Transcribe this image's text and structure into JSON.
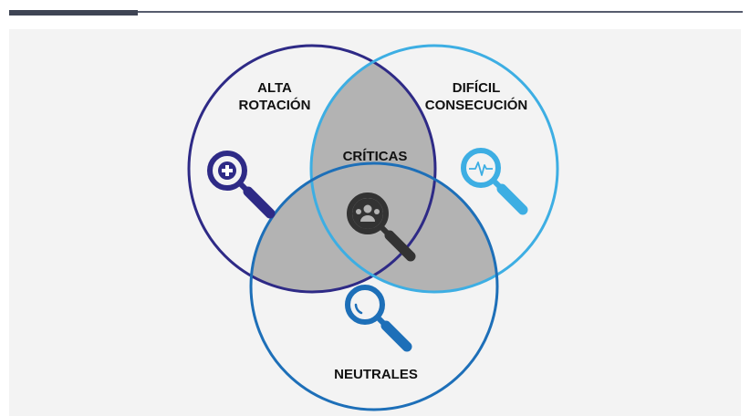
{
  "diagram": {
    "sets": [
      {
        "label_lines": [
          "ALTA",
          "ROTACIÓN"
        ],
        "icon": "magnifier-plus-icon",
        "color": "#2e2a86"
      },
      {
        "label_lines": [
          "DIFÍCIL",
          "CONSECUCIÓN"
        ],
        "icon": "magnifier-pulse-icon",
        "color": "#3daee3"
      },
      {
        "label_lines": [
          "NEUTRALES"
        ],
        "icon": "magnifier-empty-icon",
        "color": "#1d6fb8"
      }
    ],
    "center": {
      "label": "CRÍTICAS",
      "icon": "magnifier-people-icon",
      "color": "#333333"
    },
    "overlap_fill": "#b3b3b3",
    "background": "#f3f3f3",
    "rule_color": "#565c6e"
  }
}
